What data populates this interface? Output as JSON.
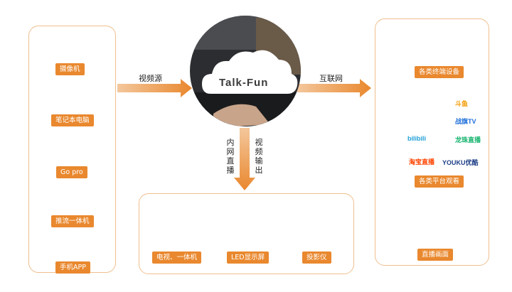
{
  "center": {
    "logo_text": "Talk-Fun"
  },
  "arrows": {
    "left_label": "视频源",
    "right_label": "互联网",
    "down_label_1": "内网直播",
    "down_label_2": "视频输出"
  },
  "sources": [
    {
      "label": "摄像机",
      "icon": "camera-icon"
    },
    {
      "label": "笔记本电脑",
      "icon": "laptop-icon"
    },
    {
      "label": "Go pro",
      "icon": "gopro-icon"
    },
    {
      "label": "推流一体机",
      "icon": "streaming-machine-icon"
    },
    {
      "label": "手机APP",
      "icon": "phone-app-icon"
    }
  ],
  "outputs": [
    {
      "label": "电视、一体机",
      "icon": "tv-icon"
    },
    {
      "label": "LED显示屏",
      "icon": "led-screen-icon"
    },
    {
      "label": "投影仪",
      "icon": "projector-icon"
    }
  ],
  "terminals": {
    "devices_label": "各类终端设备",
    "platforms_label": "各类平台观看",
    "live_label": "直播画面",
    "platforms": [
      "斗鱼",
      "战旗TV",
      "bilibili",
      "龙珠直播",
      "淘宝直播",
      "YOUKU优酷"
    ]
  },
  "colors": {
    "accent": "#e9882e",
    "border": "#f0bf8e"
  }
}
